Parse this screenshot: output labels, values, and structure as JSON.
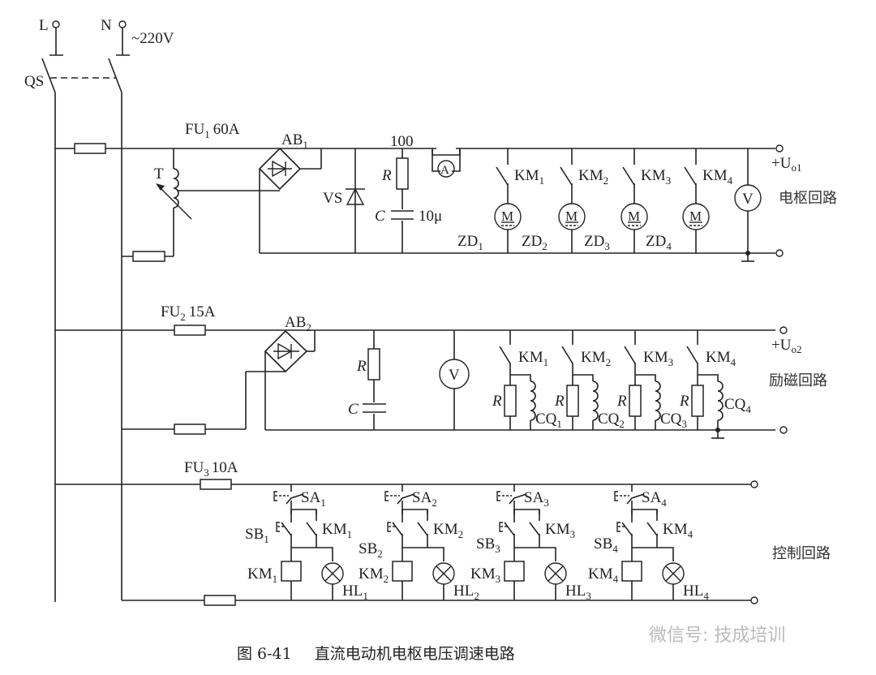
{
  "supply": {
    "line_label": "L",
    "neutral_label": "N",
    "voltage_label": "~220V",
    "switch_label": "QS"
  },
  "armature_circuit": {
    "fuse_label": "FU",
    "fuse_sub": "1",
    "fuse_rating": "60A",
    "transformer_label": "T",
    "bridge_label": "AB",
    "bridge_sub": "1",
    "snubber_value": "100",
    "resistor_label": "R",
    "capacitor_label": "C",
    "capacitor_value": "10μ",
    "thyristor_label": "VS",
    "ammeter_label": "A",
    "voltmeter_label": "V",
    "output_label": "+U",
    "output_sub": "o1",
    "section_title": "电枢回路",
    "branches": [
      {
        "contact": "KM",
        "contact_sub": "1",
        "motor": "M",
        "motor_label": "ZD",
        "motor_sub": "1"
      },
      {
        "contact": "KM",
        "contact_sub": "2",
        "motor": "M",
        "motor_label": "ZD",
        "motor_sub": "2"
      },
      {
        "contact": "KM",
        "contact_sub": "3",
        "motor": "M",
        "motor_label": "ZD",
        "motor_sub": "3"
      },
      {
        "contact": "KM",
        "contact_sub": "4",
        "motor": "M",
        "motor_label": "ZD",
        "motor_sub": "4"
      }
    ]
  },
  "field_circuit": {
    "fuse_label": "FU",
    "fuse_sub": "2",
    "fuse_rating": "15A",
    "bridge_label": "AB",
    "bridge_sub": "2",
    "resistor_label": "R",
    "capacitor_label": "C",
    "voltmeter_label": "V",
    "output_label": "+U",
    "output_sub": "o2",
    "section_title": "励磁回路",
    "branches": [
      {
        "contact": "KM",
        "contact_sub": "1",
        "resistor": "R",
        "coil": "CQ",
        "coil_sub": "1"
      },
      {
        "contact": "KM",
        "contact_sub": "2",
        "resistor": "R",
        "coil": "CQ",
        "coil_sub": "2"
      },
      {
        "contact": "KM",
        "contact_sub": "3",
        "resistor": "R",
        "coil": "CQ",
        "coil_sub": "3"
      },
      {
        "contact": "KM",
        "contact_sub": "4",
        "resistor": "R",
        "coil": "CQ",
        "coil_sub": "4"
      }
    ]
  },
  "control_circuit": {
    "fuse_label": "FU",
    "fuse_sub": "3",
    "fuse_rating": "10A",
    "section_title": "控制回路",
    "branches": [
      {
        "sa": "SA",
        "sa_sub": "1",
        "sb": "SB",
        "sb_sub": "1",
        "km_contact": "KM",
        "km_contact_sub": "1",
        "coil": "KM",
        "coil_sub": "1",
        "lamp": "HL",
        "lamp_sub": "1"
      },
      {
        "sa": "SA",
        "sa_sub": "2",
        "sb": "SB",
        "sb_sub": "2",
        "km_contact": "KM",
        "km_contact_sub": "2",
        "coil": "KM",
        "coil_sub": "2",
        "lamp": "HL",
        "lamp_sub": "2"
      },
      {
        "sa": "SA",
        "sa_sub": "3",
        "sb": "SB",
        "sb_sub": "3",
        "km_contact": "KM",
        "km_contact_sub": "3",
        "coil": "KM",
        "coil_sub": "3",
        "lamp": "HL",
        "lamp_sub": "3"
      },
      {
        "sa": "SA",
        "sa_sub": "4",
        "sb": "SB",
        "sb_sub": "4",
        "km_contact": "KM",
        "km_contact_sub": "4",
        "coil": "KM",
        "coil_sub": "4",
        "lamp": "HL",
        "lamp_sub": "4"
      }
    ]
  },
  "caption": {
    "figure_number": "图 6-41",
    "title": "直流电动机电枢电压调速电路"
  },
  "watermark": {
    "text": "微信号: 技成培训"
  }
}
